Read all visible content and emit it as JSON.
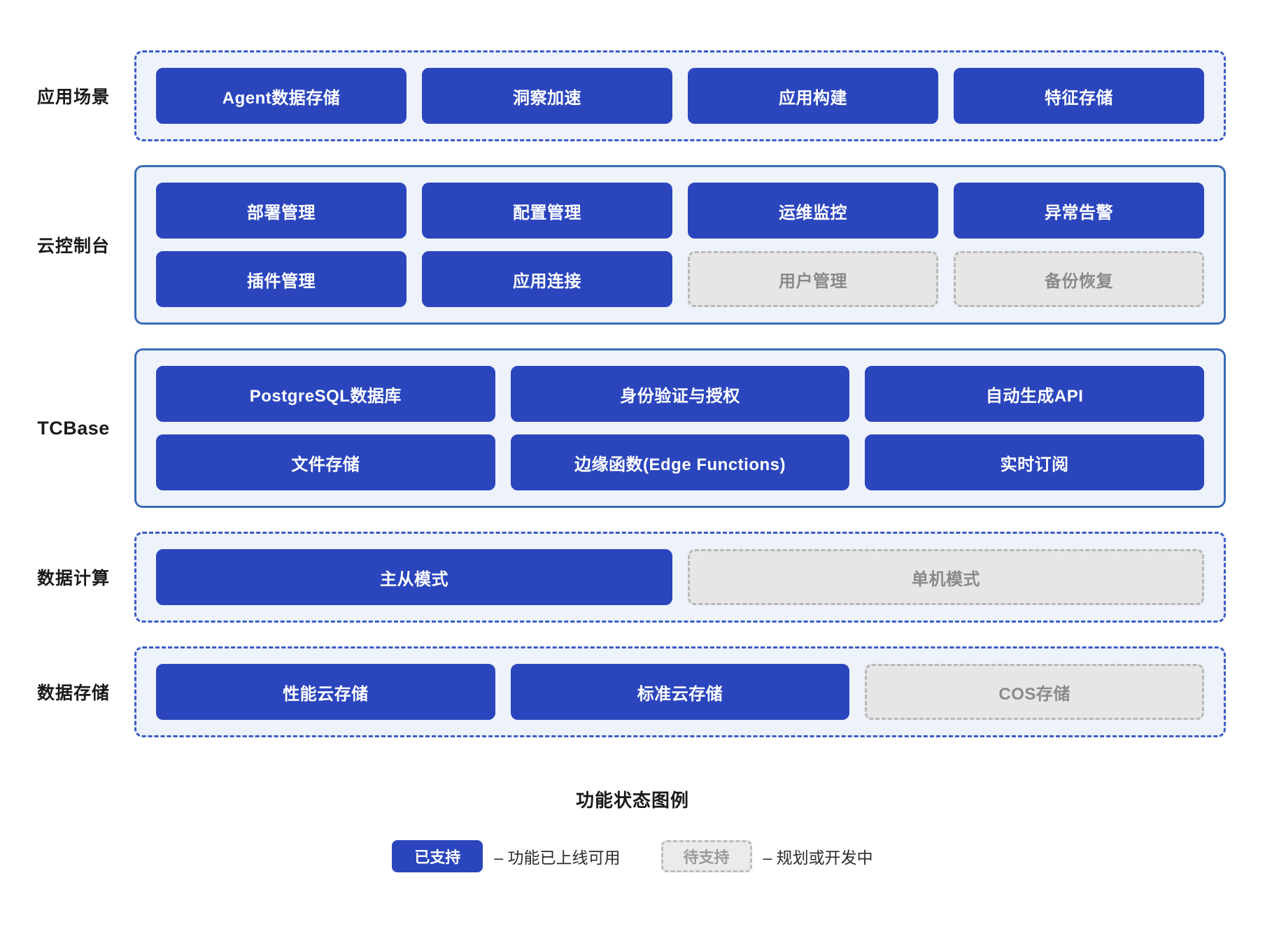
{
  "colors": {
    "supported_bg": "#2b46bd",
    "supported_text": "#ffffff",
    "planned_bg": "#e6e6e6",
    "planned_text": "#8a8a8a",
    "planned_border": "#b8b8b8",
    "layer_bg": "#eef2fa",
    "layer_border_dashed": "#3a5cc4",
    "layer_border_solid": "#3a6bb5",
    "page_bg": "#ffffff",
    "label_text": "#1a1a1a"
  },
  "layers": [
    {
      "label": "应用场景",
      "border_style": "dashed",
      "rows": [
        [
          {
            "label": "Agent数据存储",
            "status": "supported"
          },
          {
            "label": "洞察加速",
            "status": "supported"
          },
          {
            "label": "应用构建",
            "status": "supported"
          },
          {
            "label": "特征存储",
            "status": "supported"
          }
        ]
      ]
    },
    {
      "label": "云控制台",
      "border_style": "solid",
      "rows": [
        [
          {
            "label": "部署管理",
            "status": "supported"
          },
          {
            "label": "配置管理",
            "status": "supported"
          },
          {
            "label": "运维监控",
            "status": "supported"
          },
          {
            "label": "异常告警",
            "status": "supported"
          }
        ],
        [
          {
            "label": "插件管理",
            "status": "supported"
          },
          {
            "label": "应用连接",
            "status": "supported"
          },
          {
            "label": "用户管理",
            "status": "planned"
          },
          {
            "label": "备份恢复",
            "status": "planned"
          }
        ]
      ]
    },
    {
      "label": "TCBase",
      "border_style": "solid",
      "latin": true,
      "rows": [
        [
          {
            "label": "PostgreSQL数据库",
            "status": "supported"
          },
          {
            "label": "身份验证与授权",
            "status": "supported"
          },
          {
            "label": "自动生成API",
            "status": "supported"
          }
        ],
        [
          {
            "label": "文件存储",
            "status": "supported"
          },
          {
            "label": "边缘函数(Edge Functions)",
            "status": "supported"
          },
          {
            "label": "实时订阅",
            "status": "supported"
          }
        ]
      ]
    },
    {
      "label": "数据计算",
      "border_style": "dashed",
      "rows": [
        [
          {
            "label": "主从模式",
            "status": "supported"
          },
          {
            "label": "单机模式",
            "status": "planned"
          }
        ]
      ]
    },
    {
      "label": "数据存储",
      "border_style": "dashed",
      "rows": [
        [
          {
            "label": "性能云存储",
            "status": "supported"
          },
          {
            "label": "标准云存储",
            "status": "supported"
          },
          {
            "label": "COS存储",
            "status": "planned"
          }
        ]
      ]
    }
  ],
  "legend": {
    "title": "功能状态图例",
    "items": [
      {
        "swatch": "已支持",
        "status": "supported",
        "desc": "– 功能已上线可用"
      },
      {
        "swatch": "待支持",
        "status": "planned",
        "desc": "– 规划或开发中"
      }
    ]
  }
}
